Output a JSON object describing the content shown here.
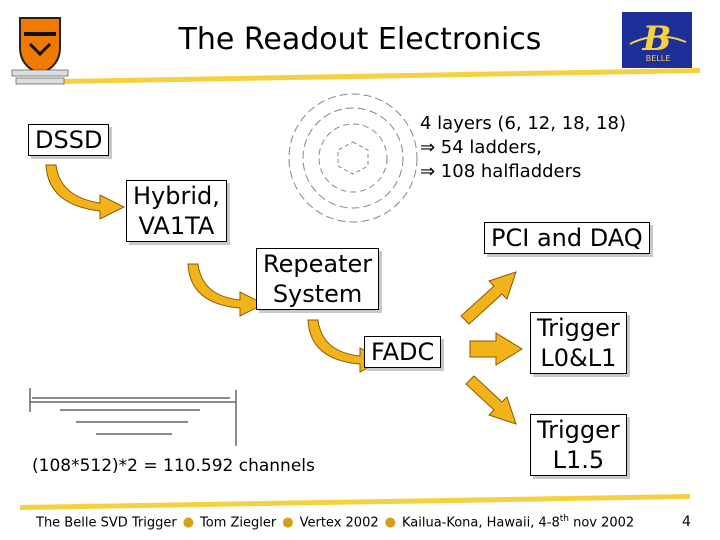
{
  "slide": {
    "title": "The Readout Electronics",
    "dssd": "DSSD",
    "hybrid_line1": "Hybrid,",
    "hybrid_line2": "VA1TA",
    "repeater_line1": "Repeater",
    "repeater_line2": "System",
    "fadc": "FADC",
    "pci_daq": "PCI and DAQ",
    "trigger1_line1": "Trigger",
    "trigger1_line2": "L0&L1",
    "trigger2_line1": "Trigger",
    "trigger2_line2": "L1.5",
    "layers_line1": "4 layers (6, 12, 18, 18)",
    "layers_line2": "⇒ 54 ladders,",
    "layers_line3": "⇒ 108 halfladders",
    "channels": "(108*512)*2 = 110.592 channels"
  },
  "footer": {
    "part1": "The Belle SVD Trigger",
    "part2": "Tom Ziegler",
    "part3": "Vertex 2002",
    "part4": "Kailua-Kona, Hawaii, 4-8",
    "superscript": "th",
    "part5": " nov 2002",
    "page_number": "4"
  },
  "logos": {
    "belle_text": "BELLE"
  },
  "colors": {
    "arrow_fill": "#f2b21a",
    "arrow_stroke": "#8a5a00",
    "gold_bar": "#f5d040",
    "belle_blue": "#1f2f9a",
    "shield_orange": "#f07a00"
  }
}
